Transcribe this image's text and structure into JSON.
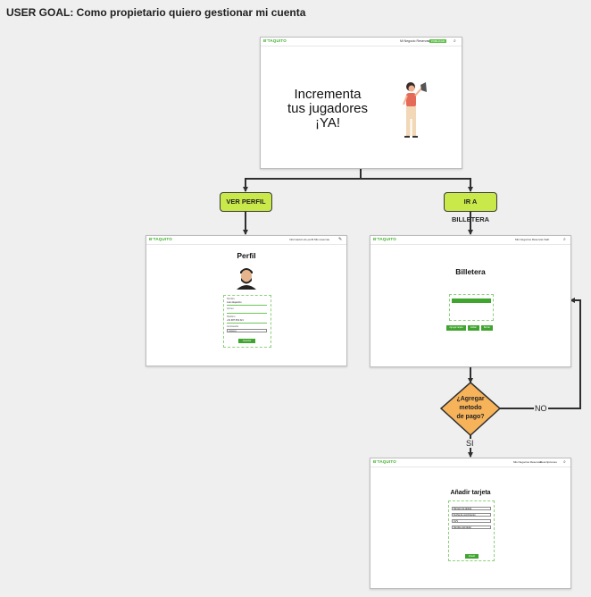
{
  "goal": "USER GOAL: Como propietario quiero gestionar mi cuenta",
  "colors": {
    "accent_green": "#3fae2a",
    "pill_fill": "#c9e94a",
    "decision_fill": "#f7b35a",
    "connector": "#2f2f2f"
  },
  "brand": "B'TAQUITO",
  "home": {
    "nav_text": "Mi Negocio   Reservas   Salir",
    "nav_button": "PUBLICAR",
    "hero_line1": "Incrementa",
    "hero_line2": "tus jugadores",
    "hero_line3": "¡YA!"
  },
  "actions": {
    "ver_perfil": "VER PERFIL",
    "ir_billetera": "IR A BILLETERA"
  },
  "profile": {
    "nav_text": "Información de perfil     Mis reservas",
    "title": "Perfil",
    "f1_label": "Nombre",
    "f1_value": "Juan Alejandro",
    "f2_label": "Correo",
    "f3_label": "Teléfono",
    "f3_value": "+51 987 654 321",
    "f4_label": "Contraseña",
    "f4_value": "••••••••••",
    "button": "Guardar"
  },
  "wallet": {
    "nav_text": "Mis Negocios   Reservas   Salir",
    "title": "Billetera",
    "btn1": "Agregar tarjeta",
    "btn2": "Editar",
    "btn3": "Borrar"
  },
  "decision": {
    "line1": "¿Agregar",
    "line2": "metodo",
    "line3": "de pago?",
    "no": "NO",
    "si": "SI"
  },
  "card": {
    "nav_text1": "Mis Negocios   Reservas",
    "nav_text2": "Descripciones",
    "title": "Añadir tarjeta",
    "f1": "Número de tarjeta",
    "f2": "Fecha de vencimiento",
    "f3": "CVV",
    "f4": "Nombre del titular",
    "button": "Añadir"
  }
}
